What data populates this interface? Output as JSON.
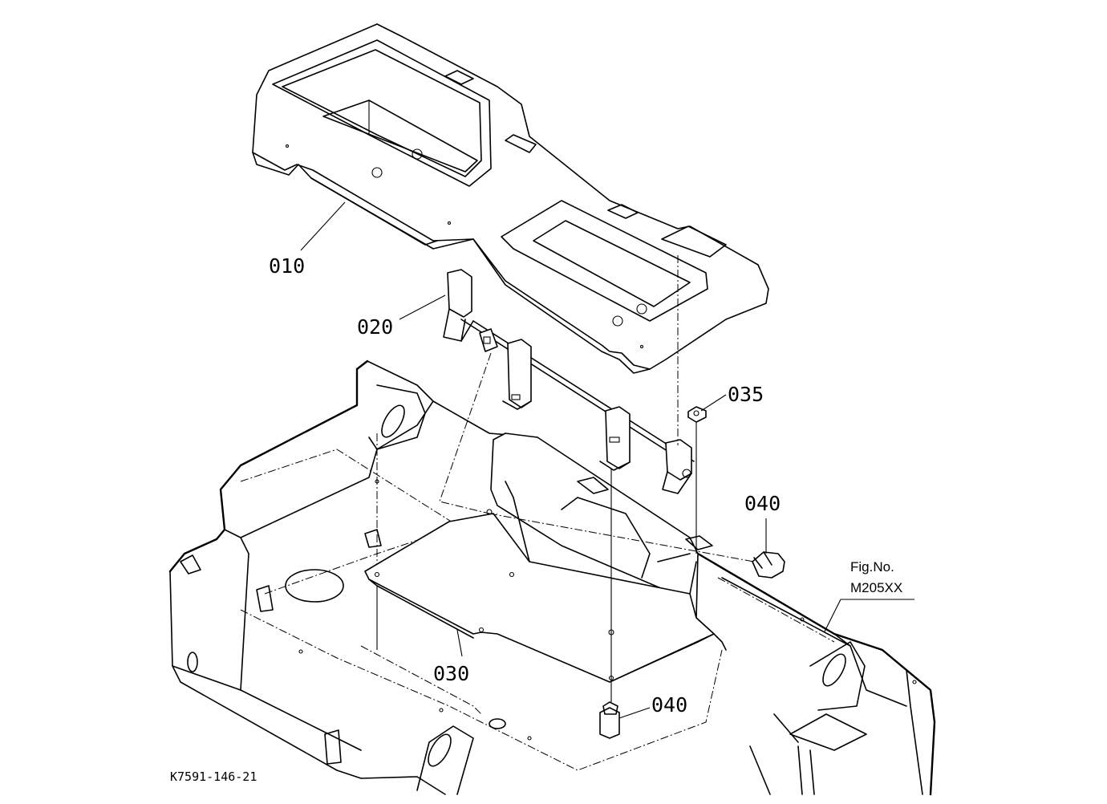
{
  "figure_ref": {
    "label": "Fig.No.",
    "number": "M205XX"
  },
  "diagram_code": "K7591-146-21",
  "callouts": [
    {
      "id": "010"
    },
    {
      "id": "020"
    },
    {
      "id": "035"
    },
    {
      "id": "040"
    },
    {
      "id": "030"
    },
    {
      "id": "040"
    }
  ]
}
